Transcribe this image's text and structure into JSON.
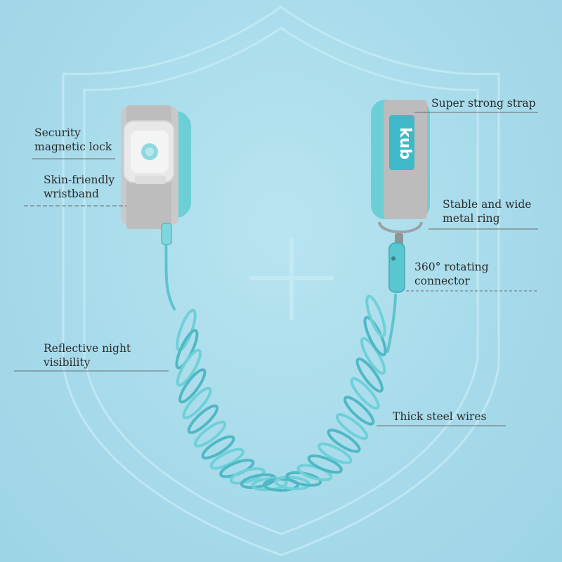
{
  "brand": {
    "logo_text": "kub"
  },
  "annotations": {
    "security_lock": [
      "Security",
      "magnetic lock"
    ],
    "skin_wristband": [
      "Skin-friendly",
      "wristband"
    ],
    "strong_strap": [
      "Super strong strap"
    ],
    "metal_ring": [
      "Stable and wide",
      "metal ring"
    ],
    "rotating_connector": [
      "360° rotating",
      "connector"
    ],
    "reflective": [
      "Reflective night",
      "visibility"
    ],
    "steel_wires": [
      "Thick steel wires"
    ]
  },
  "colors": {
    "background": "#a9dcea",
    "cord": "#5cc4cf",
    "cuff": "#6ccfd6",
    "strap": "#b9b9b9",
    "text": "#2b2b2b"
  }
}
